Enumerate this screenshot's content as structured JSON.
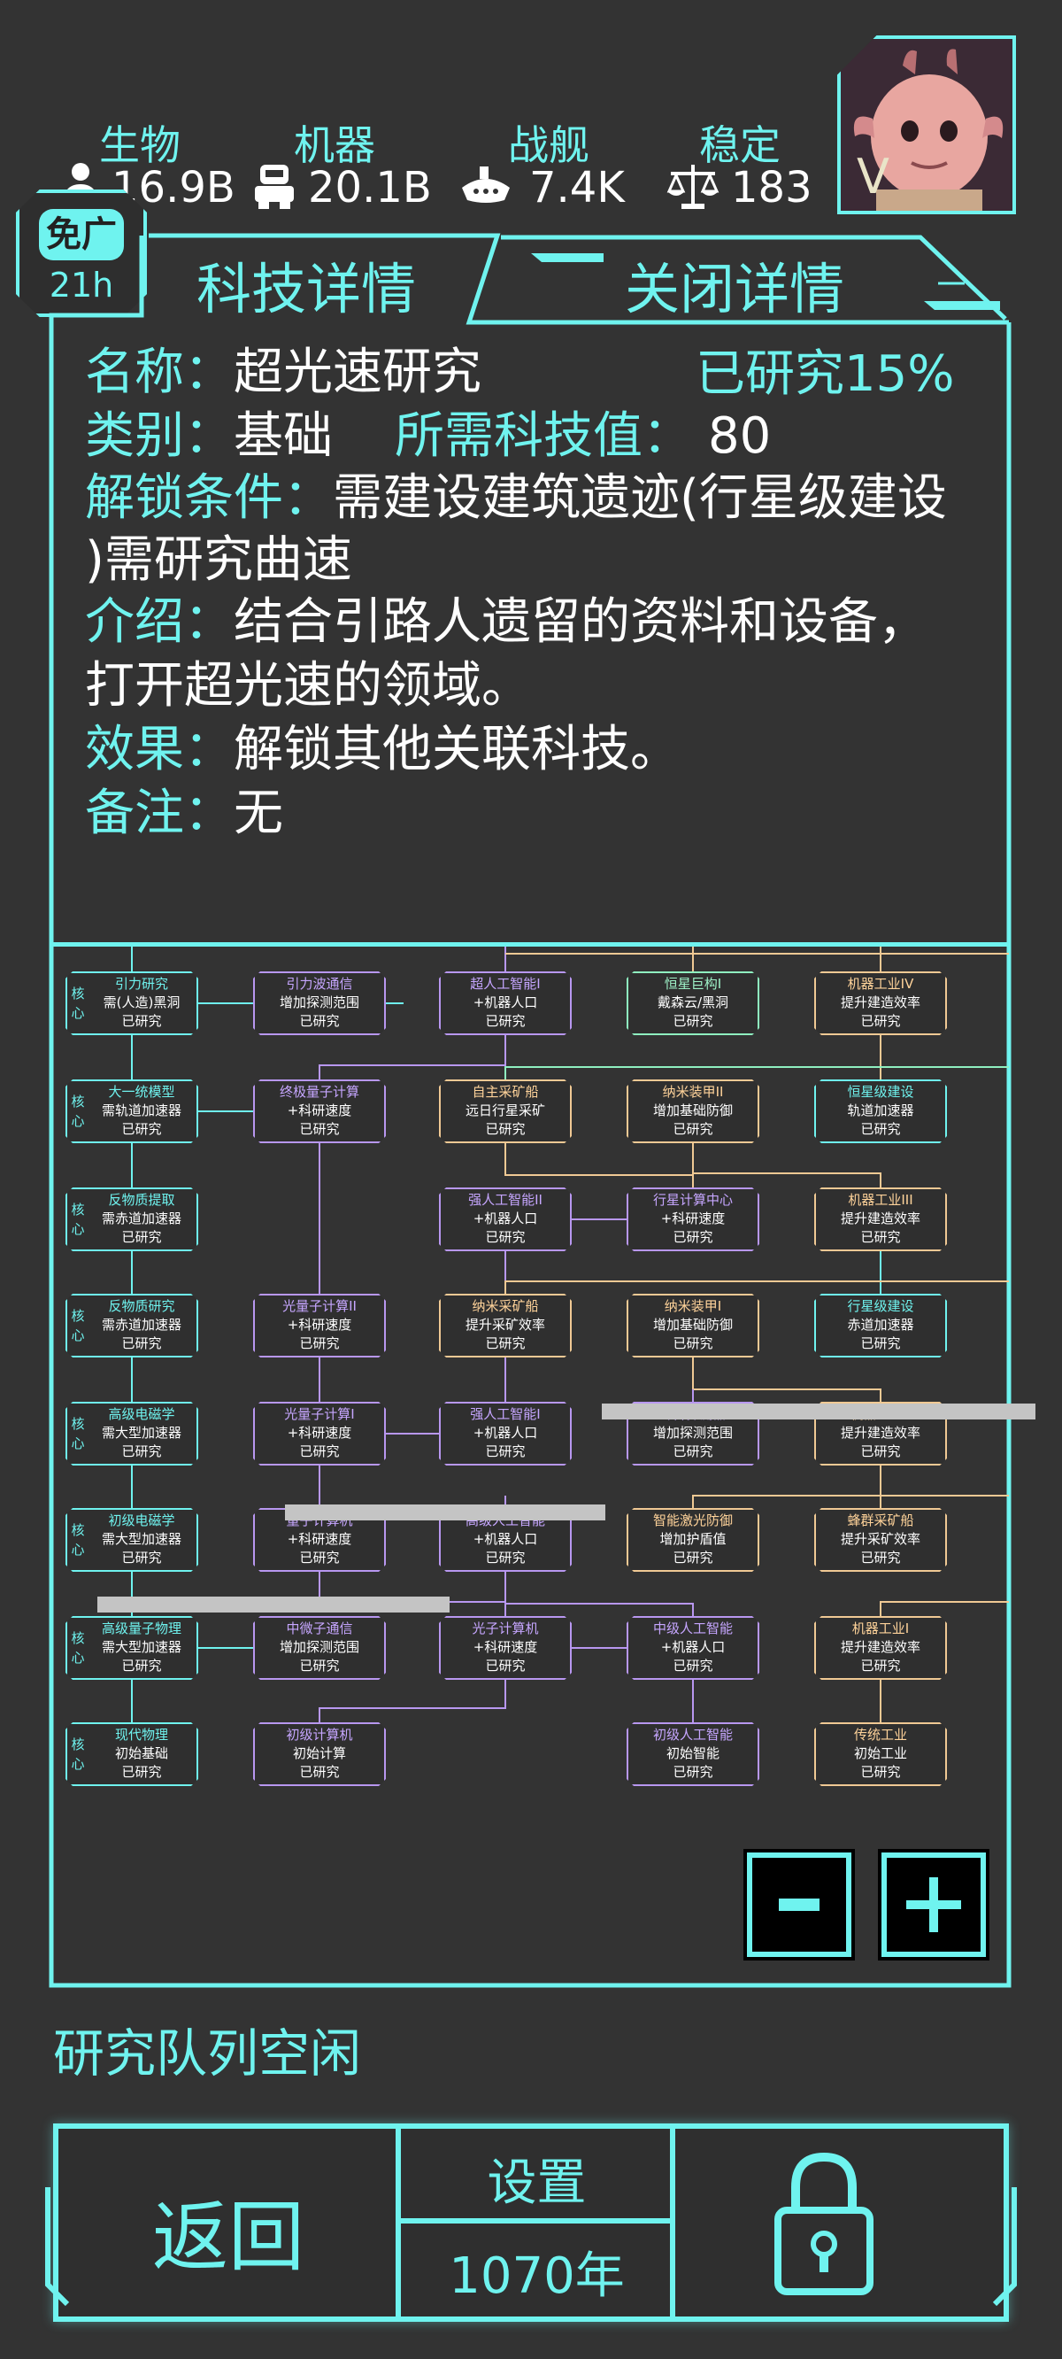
{
  "resources": [
    {
      "label": "生物",
      "value": "16.9B",
      "icon": "bio-icon"
    },
    {
      "label": "机器",
      "value": "20.1B",
      "icon": "robot-icon"
    },
    {
      "label": "战舰",
      "value": "7.4K",
      "icon": "warship-icon"
    },
    {
      "label": "稳定",
      "value": "183",
      "icon": "scale-icon"
    }
  ],
  "avatar": {
    "badge": "V"
  },
  "ad_badge": {
    "label": "免广",
    "time": "21h"
  },
  "tabs": {
    "tech_detail": "科技详情",
    "close_detail": "关闭详情"
  },
  "detail": {
    "name_key": "名称：",
    "name_val": "超光速研究",
    "progress": "已研究15%",
    "category_key": "类别：",
    "category_val": "基础",
    "cost_key": "所需科技值：",
    "cost_val": "80",
    "unlock_key": "解锁条件：",
    "unlock_val1": "需建设建筑遗迹(行星级建设",
    "unlock_val2": ")需研究曲速",
    "intro_key": "介绍：",
    "intro_val1": "结合引路人遗留的资料和设备，",
    "intro_val2": "打开超光速的领域。",
    "effect_key": "效果：",
    "effect_val": "解锁其他关联科技。",
    "note_key": "备注：",
    "note_val": "无"
  },
  "tree": {
    "core_label": "核心",
    "nodes": [
      {
        "id": "n0",
        "title": "引力研究",
        "desc": "需(人造)黑洞",
        "status": "已研究",
        "color": "cyan",
        "core": true
      },
      {
        "id": "n1",
        "title": "引力波通信",
        "desc": "增加探测范围",
        "status": "已研究",
        "color": "purple",
        "core": false
      },
      {
        "id": "n2",
        "title": "超人工智能I",
        "desc": "+机器人口",
        "status": "已研究",
        "color": "purple",
        "core": false
      },
      {
        "id": "n3",
        "title": "恒星巨构I",
        "desc": "戴森云/黑洞",
        "status": "已研究",
        "color": "green",
        "core": false
      },
      {
        "id": "n4",
        "title": "机器工业IV",
        "desc": "提升建造效率",
        "status": "已研究",
        "color": "orange",
        "core": false
      },
      {
        "id": "n5",
        "title": "大一统模型",
        "desc": "需轨道加速器",
        "status": "已研究",
        "color": "cyan",
        "core": true
      },
      {
        "id": "n6",
        "title": "终极量子计算",
        "desc": "+科研速度",
        "status": "已研究",
        "color": "purple",
        "core": false
      },
      {
        "id": "n7",
        "title": "自主采矿船",
        "desc": "远日行星采矿",
        "status": "已研究",
        "color": "orange",
        "core": false
      },
      {
        "id": "n8",
        "title": "纳米装甲II",
        "desc": "增加基础防御",
        "status": "已研究",
        "color": "orange",
        "core": false
      },
      {
        "id": "n9",
        "title": "恒星级建设",
        "desc": "轨道加速器",
        "status": "已研究",
        "color": "cyan",
        "core": false
      },
      {
        "id": "n10",
        "title": "反物质提取",
        "desc": "需赤道加速器",
        "status": "已研究",
        "color": "cyan",
        "core": true
      },
      {
        "id": "n11",
        "title": "强人工智能II",
        "desc": "+机器人口",
        "status": "已研究",
        "color": "purple",
        "core": false
      },
      {
        "id": "n12",
        "title": "行星计算中心",
        "desc": "+科研速度",
        "status": "已研究",
        "color": "purple",
        "core": false
      },
      {
        "id": "n13",
        "title": "机器工业III",
        "desc": "提升建造效率",
        "status": "已研究",
        "color": "orange",
        "core": false
      },
      {
        "id": "n14",
        "title": "反物质研究",
        "desc": "需赤道加速器",
        "status": "已研究",
        "color": "cyan",
        "core": true
      },
      {
        "id": "n15",
        "title": "光量子计算II",
        "desc": "+科研速度",
        "status": "已研究",
        "color": "purple",
        "core": false
      },
      {
        "id": "n16",
        "title": "纳米采矿船",
        "desc": "提升采矿效率",
        "status": "已研究",
        "color": "orange",
        "core": false
      },
      {
        "id": "n17",
        "title": "纳米装甲I",
        "desc": "增加基础防御",
        "status": "已研究",
        "color": "orange",
        "core": false
      },
      {
        "id": "n18",
        "title": "行星级建设",
        "desc": "赤道加速器",
        "status": "已研究",
        "color": "cyan",
        "core": false
      },
      {
        "id": "n19",
        "title": "高级电磁学",
        "desc": "需大型加速器",
        "status": "已研究",
        "color": "cyan",
        "core": true
      },
      {
        "id": "n20",
        "title": "光量子计算I",
        "desc": "+科研速度",
        "status": "已研究",
        "color": "purple",
        "core": false
      },
      {
        "id": "n21",
        "title": "强人工智能I",
        "desc": "+机器人口",
        "status": "已研究",
        "color": "purple",
        "core": false
      },
      {
        "id": "n22",
        "title": "蜂群探测器",
        "desc": "增加探测范围",
        "status": "已研究",
        "color": "purple",
        "core": false
      },
      {
        "id": "n23",
        "title": "机器工业II",
        "desc": "提升建造效率",
        "status": "已研究",
        "color": "orange",
        "core": false
      },
      {
        "id": "n24",
        "title": "初级电磁学",
        "desc": "需大型加速器",
        "status": "已研究",
        "color": "cyan",
        "core": true
      },
      {
        "id": "n25",
        "title": "量子计算机",
        "desc": "+科研速度",
        "status": "已研究",
        "color": "purple",
        "core": false
      },
      {
        "id": "n26",
        "title": "高级人工智能",
        "desc": "+机器人口",
        "status": "已研究",
        "color": "purple",
        "core": false
      },
      {
        "id": "n27",
        "title": "智能激光防御",
        "desc": "增加护盾值",
        "status": "已研究",
        "color": "orange",
        "core": false
      },
      {
        "id": "n28",
        "title": "蜂群采矿船",
        "desc": "提升采矿效率",
        "status": "已研究",
        "color": "orange",
        "core": false
      },
      {
        "id": "n29",
        "title": "高级量子物理",
        "desc": "需大型加速器",
        "status": "已研究",
        "color": "cyan",
        "core": true
      },
      {
        "id": "n30",
        "title": "中微子通信",
        "desc": "增加探测范围",
        "status": "已研究",
        "color": "purple",
        "core": false
      },
      {
        "id": "n31",
        "title": "光子计算机",
        "desc": "+科研速度",
        "status": "已研究",
        "color": "purple",
        "core": false
      },
      {
        "id": "n32",
        "title": "中级人工智能",
        "desc": "+机器人口",
        "status": "已研究",
        "color": "purple",
        "core": false
      },
      {
        "id": "n33",
        "title": "机器工业I",
        "desc": "提升建造效率",
        "status": "已研究",
        "color": "orange",
        "core": false
      },
      {
        "id": "n34",
        "title": "现代物理",
        "desc": "初始基础",
        "status": "已研究",
        "color": "cyan",
        "core": true
      },
      {
        "id": "n35",
        "title": "初级计算机",
        "desc": "初始计算",
        "status": "已研究",
        "color": "purple",
        "core": false
      },
      {
        "id": "n36",
        "title": "初级人工智能",
        "desc": "初始智能",
        "status": "已研究",
        "color": "purple",
        "core": false
      },
      {
        "id": "n37",
        "title": "传统工业",
        "desc": "初始工业",
        "status": "已研究",
        "color": "orange",
        "core": false
      }
    ]
  },
  "zoom": {
    "minus": "−",
    "plus": "+"
  },
  "queue_status": "研究队列空闲",
  "bottom": {
    "back": "返回",
    "settings": "设置",
    "year": "1070年",
    "lock_icon": "lock-icon"
  },
  "colors": {
    "accent": "#6ff3ef",
    "background": "#333333",
    "purple": "#b897f0",
    "orange": "#f0c994",
    "green": "#8ff0c0"
  }
}
